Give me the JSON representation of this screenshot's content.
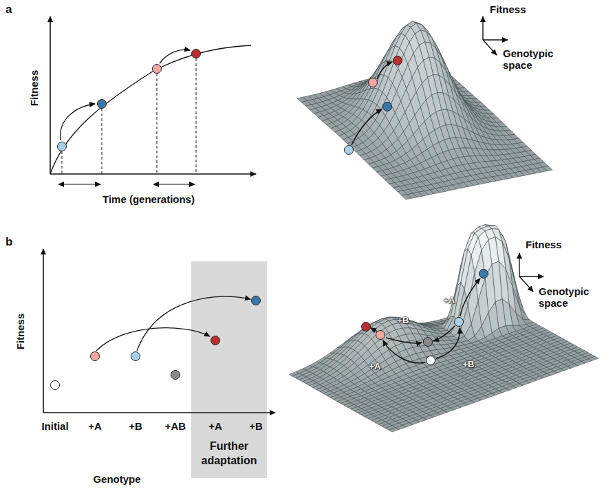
{
  "diagram": {
    "nodes": [
      {
        "text": [
          "Further adaptation"
        ]
      }
    ],
    "labels": [
      "a",
      "Fitness",
      "Time (generations)",
      "Fitness",
      "Genotypic space",
      "b",
      "Fitness",
      "Initial",
      "+A",
      "+B",
      "+AB",
      "+A",
      "+B",
      "Genotype",
      "Fitness",
      "Genotypic space",
      "+B",
      "+A",
      "+A",
      "+B"
    ]
  }
}
